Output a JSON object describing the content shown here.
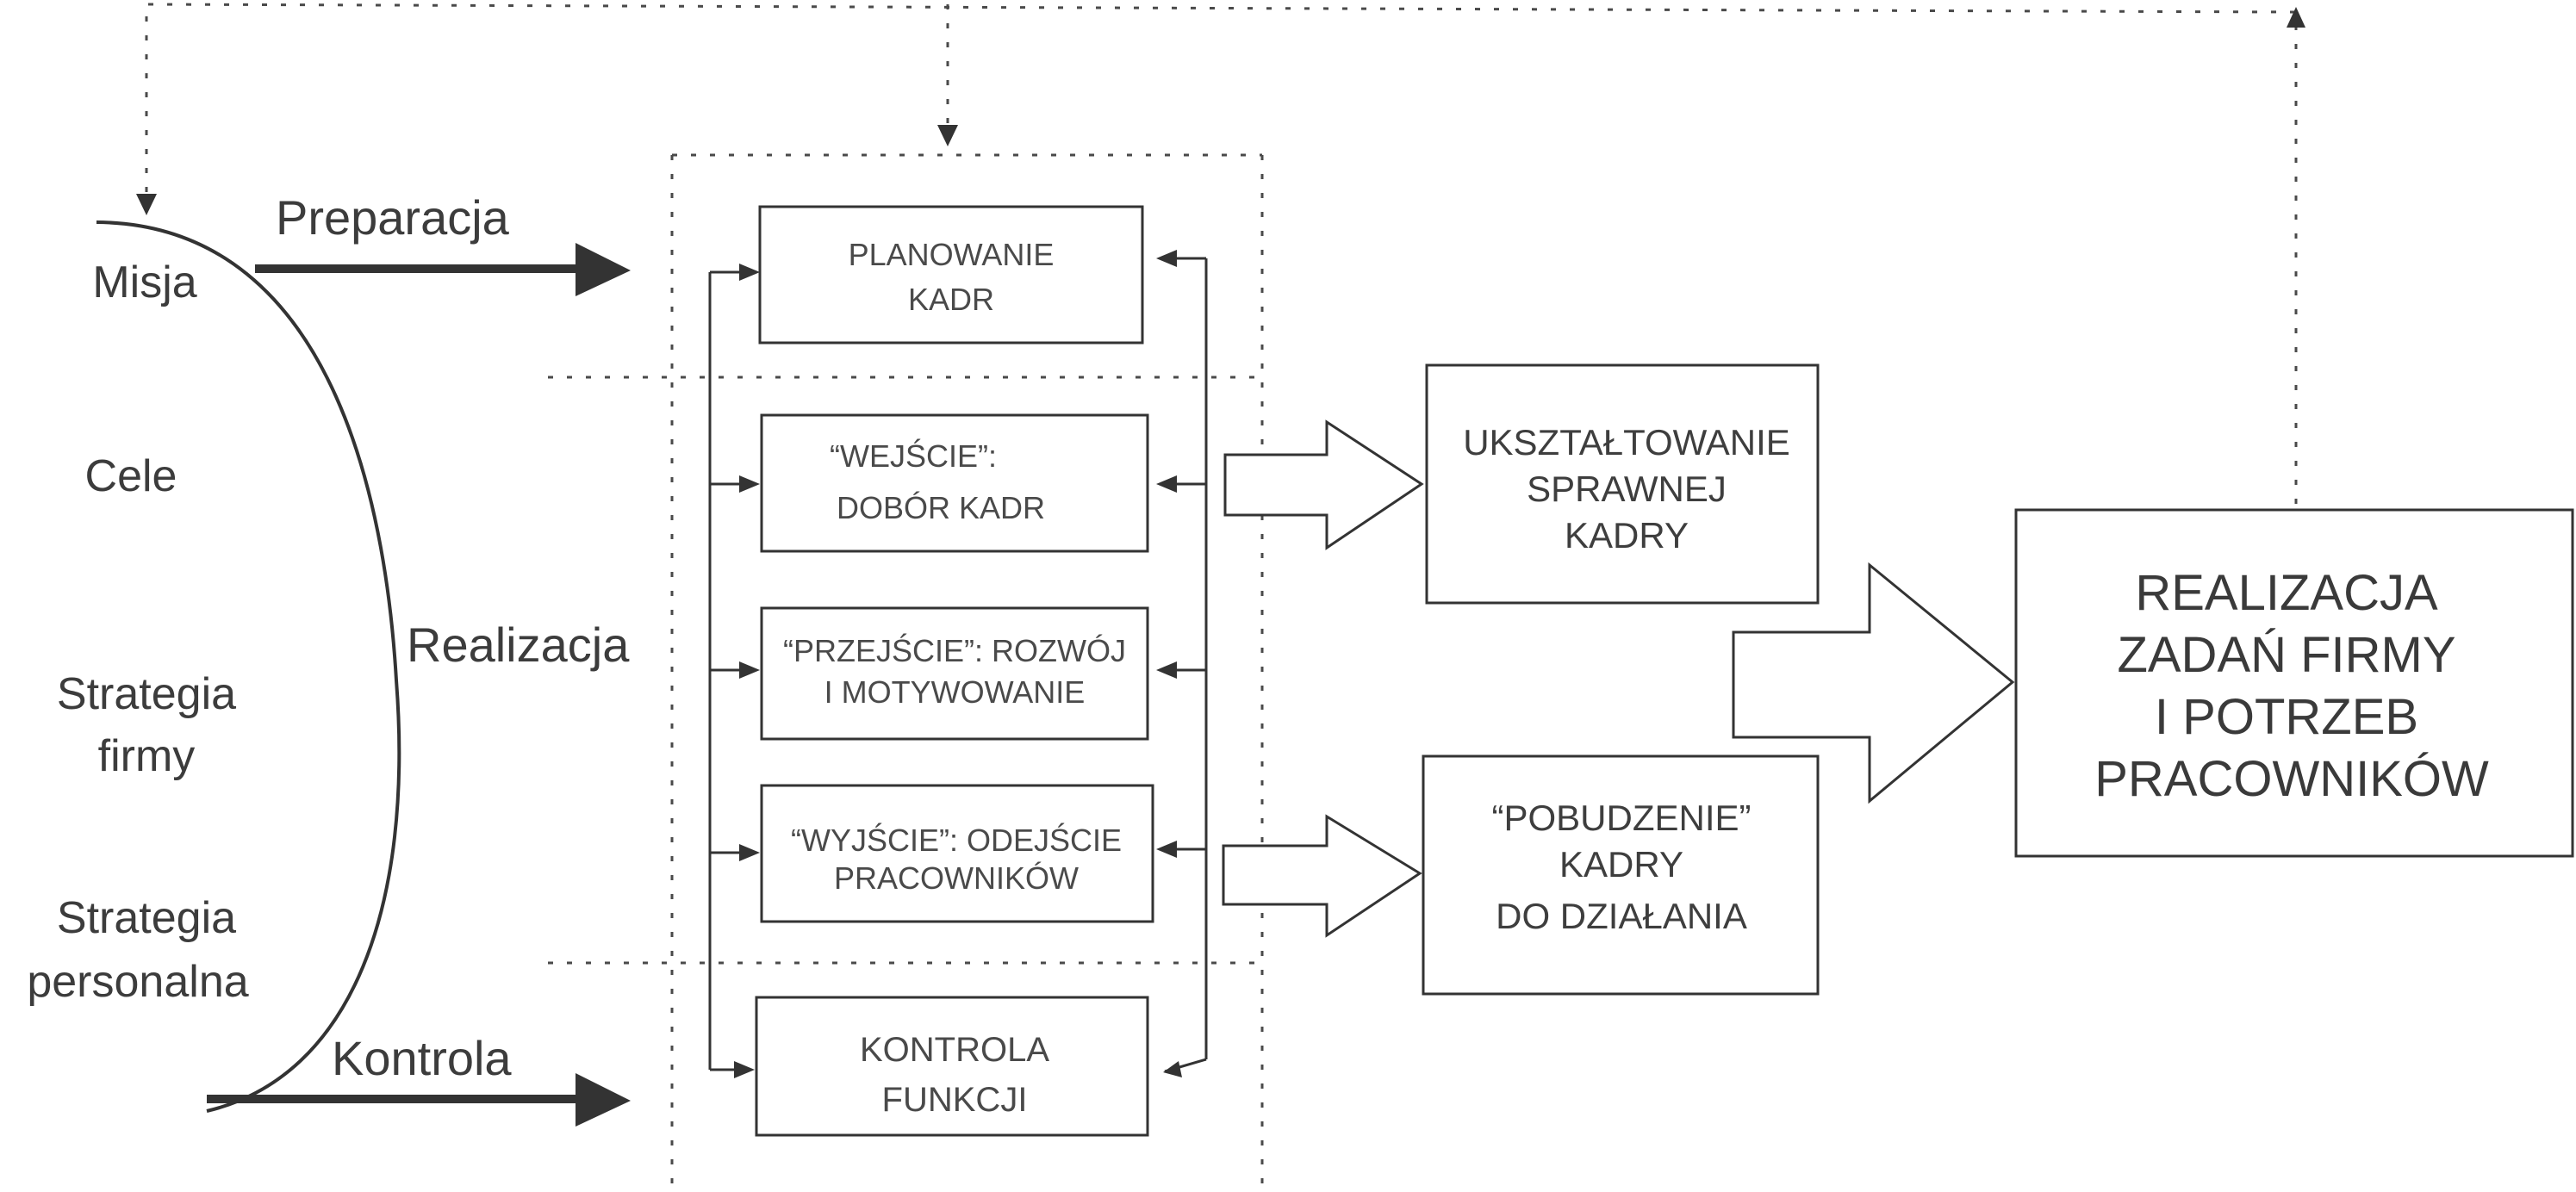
{
  "colors": {
    "ink": "#333333",
    "text": "#3c3c3c",
    "background": "#ffffff"
  },
  "arc_labels": [
    "Misja",
    "Cele",
    "Strategia",
    "firmy",
    "Strategia",
    "personalna"
  ],
  "flow_labels": {
    "top": "Preparacja",
    "middle": "Realizacja",
    "bottom": "Kontrola"
  },
  "function_boxes": [
    {
      "lines": [
        "PLANOWANIE",
        "KADR"
      ]
    },
    {
      "lines": [
        "“WEJŚCIE”:",
        "DOBÓR KADR"
      ]
    },
    {
      "lines": [
        "“PRZEJŚCIE”: ROZWÓJ",
        "I MOTYWOWANIE"
      ]
    },
    {
      "lines": [
        "“WYJŚCIE”: ODEJŚCIE",
        "PRACOWNIKÓW"
      ]
    },
    {
      "lines": [
        "KONTROLA",
        "FUNKCJI"
      ]
    }
  ],
  "result_boxes": [
    {
      "lines": [
        "UKSZTAŁTOWANIE",
        "SPRAWNEJ",
        "KADRY"
      ]
    },
    {
      "lines": [
        "“POBUDZENIE”",
        "KADRY",
        "DO DZIAŁANIA"
      ]
    }
  ],
  "final_box": {
    "lines": [
      "REALIZACJA",
      "ZADAŃ FIRMY",
      "I POTRZEB",
      "PRACOWNIKÓW"
    ]
  }
}
